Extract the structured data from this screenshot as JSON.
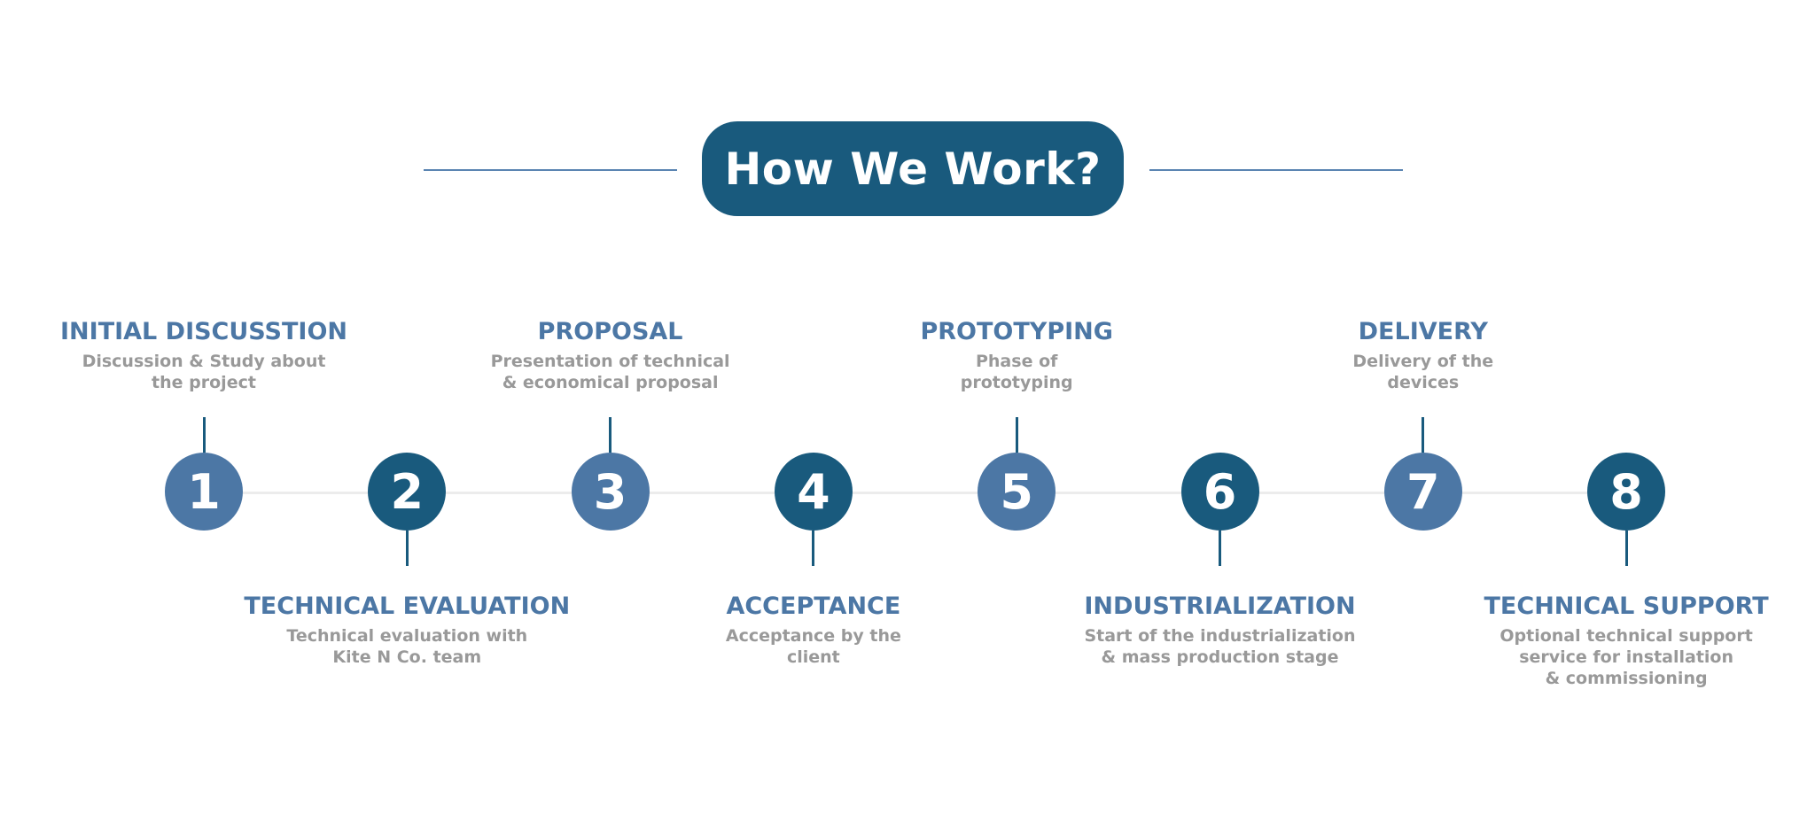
{
  "header": {
    "title": "How We Work?"
  },
  "colors": {
    "title_background": "#195a7d",
    "step_light": "#4c77a5",
    "step_dark": "#195a7d",
    "step_title_text": "#4c77a5",
    "step_description_text": "#999999",
    "track": "#ececec",
    "header_line": "#5a84b1"
  },
  "steps": [
    {
      "number": "1",
      "title": "INITIAL DISCUSSTION",
      "description": "Discussion & Study about\nthe project",
      "tone": "light",
      "label_side": "top"
    },
    {
      "number": "2",
      "title": "TECHNICAL EVALUATION",
      "description": "Technical evaluation with\nKite N Co. team",
      "tone": "dark",
      "label_side": "bottom"
    },
    {
      "number": "3",
      "title": "PROPOSAL",
      "description": "Presentation of technical\n& economical proposal",
      "tone": "light",
      "label_side": "top"
    },
    {
      "number": "4",
      "title": "ACCEPTANCE",
      "description": "Acceptance by the\nclient",
      "tone": "dark",
      "label_side": "bottom"
    },
    {
      "number": "5",
      "title": "PROTOTYPING",
      "description": "Phase of\nprototyping",
      "tone": "light",
      "label_side": "top"
    },
    {
      "number": "6",
      "title": "INDUSTRIALIZATION",
      "description": "Start of the industrialization\n& mass production stage",
      "tone": "dark",
      "label_side": "bottom"
    },
    {
      "number": "7",
      "title": "DELIVERY",
      "description": "Delivery of the\ndevices",
      "tone": "light",
      "label_side": "top"
    },
    {
      "number": "8",
      "title": "TECHNICAL SUPPORT",
      "description": "Optional technical support\nservice for installation\n& commissioning",
      "tone": "dark",
      "label_side": "bottom"
    }
  ]
}
